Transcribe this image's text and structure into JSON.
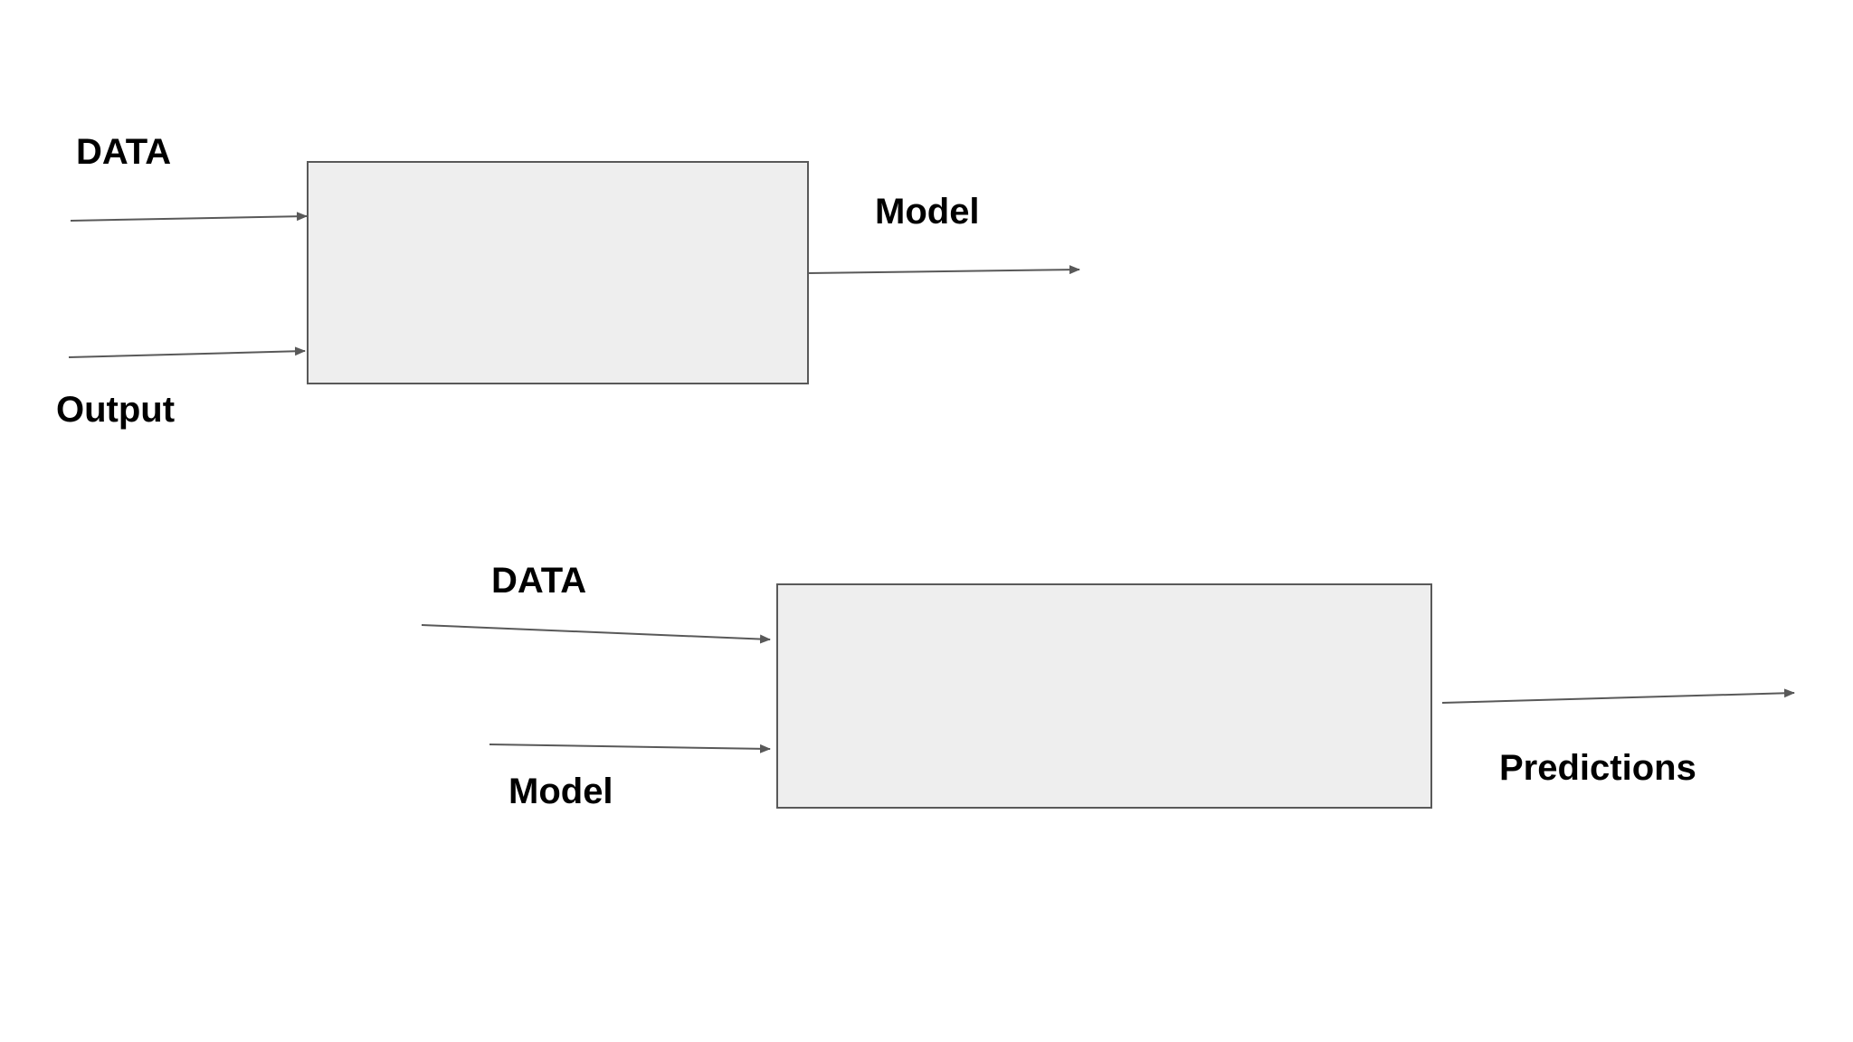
{
  "diagram": {
    "training": {
      "input_top_label": "DATA",
      "input_bottom_label": "Output",
      "output_label": "Model"
    },
    "prediction": {
      "input_top_label": "DATA",
      "input_bottom_label": "Model",
      "output_label": "Predictions"
    }
  },
  "colors": {
    "box_fill": "#eeeeee",
    "line": "#595959",
    "text": "#000000",
    "background": "#ffffff"
  }
}
